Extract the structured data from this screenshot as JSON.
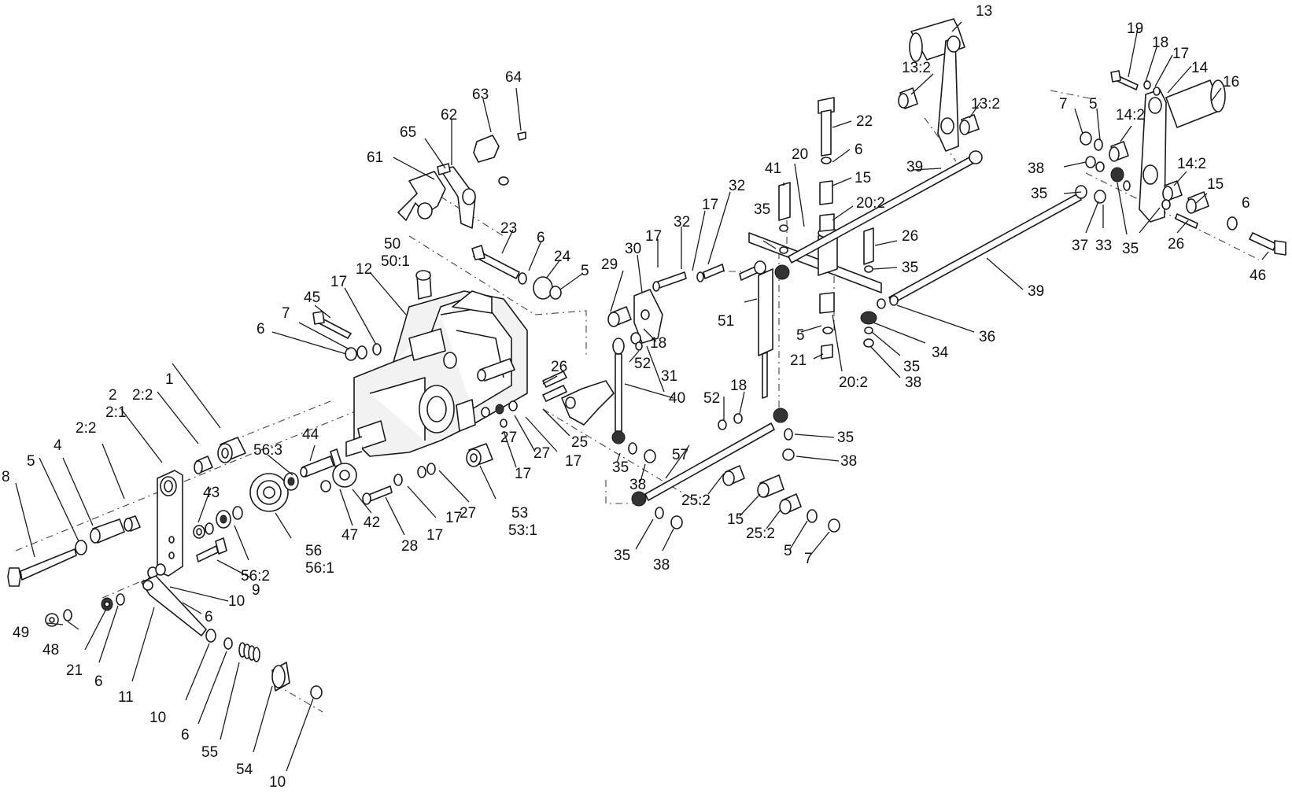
{
  "diagram": {
    "callouts": [
      "1",
      "2",
      "2:1",
      "2:2",
      "2:2",
      "4",
      "5",
      "8",
      "43",
      "9",
      "10",
      "6",
      "49",
      "48",
      "21",
      "6",
      "11",
      "10",
      "6",
      "55",
      "54",
      "10",
      "44",
      "56:3",
      "56:2",
      "56",
      "56:1",
      "47",
      "42",
      "28",
      "17",
      "27",
      "53",
      "53:1",
      "17",
      "27",
      "17",
      "27",
      "17",
      "25",
      "26",
      "6",
      "7",
      "45",
      "17",
      "12",
      "50",
      "50:1",
      "61",
      "65",
      "62",
      "63",
      "64",
      "23",
      "6",
      "24",
      "5",
      "29",
      "30",
      "17",
      "32",
      "17",
      "32",
      "18",
      "52",
      "31",
      "40",
      "51",
      "52",
      "18",
      "57",
      "35",
      "38",
      "25:2",
      "15",
      "25:2",
      "5",
      "7",
      "35",
      "38",
      "35",
      "38",
      "41",
      "35",
      "20",
      "22",
      "6",
      "15",
      "20:2",
      "26",
      "35",
      "5",
      "21",
      "20:2",
      "35",
      "34",
      "38",
      "36",
      "39",
      "39",
      "13",
      "13:2",
      "13:2",
      "19",
      "18",
      "17",
      "14",
      "16",
      "7",
      "5",
      "14:2",
      "38",
      "35",
      "14:2",
      "15",
      "37",
      "33",
      "35",
      "26",
      "6",
      "46"
    ]
  }
}
